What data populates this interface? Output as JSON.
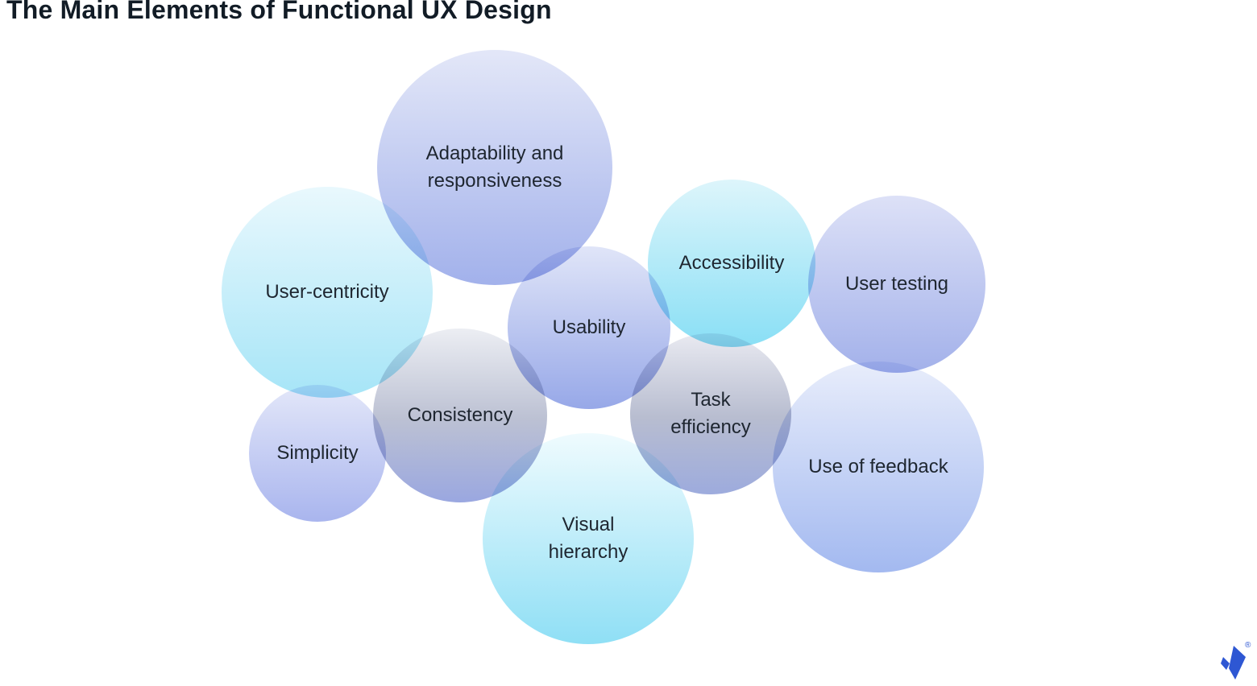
{
  "title": "The Main Elements of Functional UX Design",
  "colors": {
    "background": "#ffffff",
    "title_text": "#121c26",
    "label_text": "#1e2630"
  },
  "bubbles": [
    {
      "id": "adaptability",
      "label": "Adaptability and responsiveness",
      "color_top": "#e3e7f8",
      "color_bottom": "#a2b1eb"
    },
    {
      "id": "user-centricity",
      "label": "User-centricity",
      "color_top": "#e9f8fd",
      "color_bottom": "#a6e5f7"
    },
    {
      "id": "accessibility",
      "label": "Accessibility",
      "color_top": "#ddf5fb",
      "color_bottom": "#89dff5"
    },
    {
      "id": "user-testing",
      "label": "User testing",
      "color_top": "#dde1f7",
      "color_bottom": "#a3b1ea"
    },
    {
      "id": "usability",
      "label": "Usability",
      "color_top": "#e0e5f8",
      "color_bottom": "#97a8e8"
    },
    {
      "id": "consistency",
      "label": "Consistency",
      "color_top": "#eceef3",
      "color_mid": "#bcc1d3",
      "color_bottom": "#9aa7e0"
    },
    {
      "id": "simplicity",
      "label": "Simplicity",
      "color_top": "#e3e7f9",
      "color_bottom": "#a9b5ee"
    },
    {
      "id": "task-efficiency",
      "label": "Task efficiency",
      "color_top": "#e9eaf1",
      "color_mid": "#b8bdd0",
      "color_bottom": "#9dabdd"
    },
    {
      "id": "use-of-feedback",
      "label": "Use of feedback",
      "color_top": "#e8edfb",
      "color_bottom": "#a3b9f0"
    },
    {
      "id": "visual-hierarchy",
      "label": "Visual hierarchy",
      "color_top": "#effbfe",
      "color_bottom": "#8fdff5"
    }
  ],
  "logo": {
    "name": "Toptal",
    "registered_mark": "®",
    "brand_color": "#2e57d3"
  }
}
